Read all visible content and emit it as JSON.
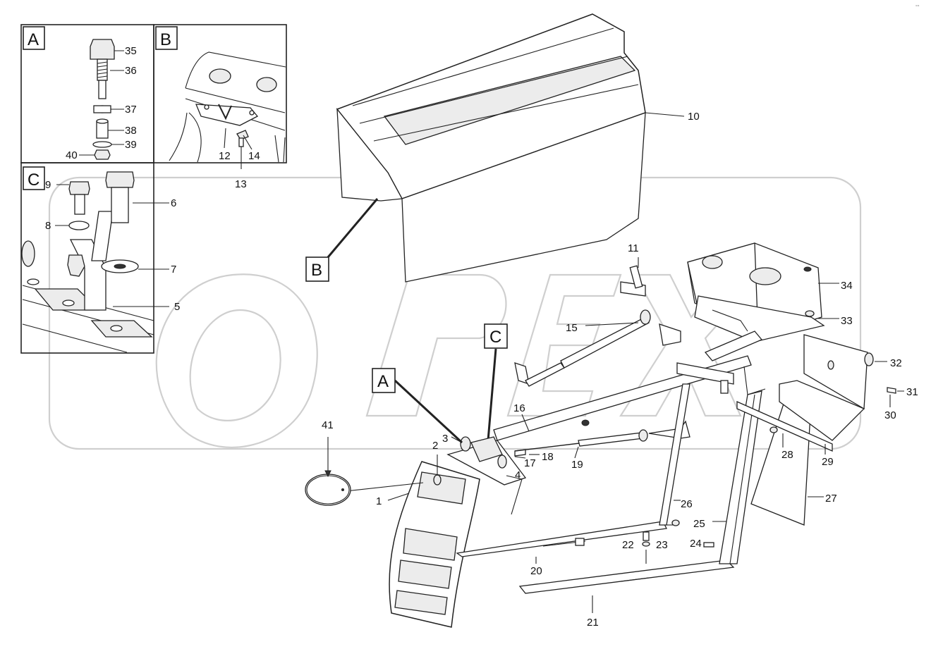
{
  "corner_mark": "°° ",
  "insets": [
    {
      "letter": "A",
      "parts": [
        "35",
        "36",
        "37",
        "38",
        "39",
        "40"
      ]
    },
    {
      "letter": "B",
      "parts": [
        "12",
        "13",
        "14"
      ]
    },
    {
      "letter": "C",
      "parts": [
        "9",
        "8",
        "6",
        "7",
        "5"
      ]
    }
  ],
  "callouts": {
    "a": "A",
    "b": "B",
    "c": "C"
  },
  "parts": {
    "p1": "1",
    "p2": "2",
    "p3": "3",
    "p4": "4",
    "p5": "5",
    "p6": "6",
    "p7": "7",
    "p8": "8",
    "p9": "9",
    "p10": "10",
    "p11": "11",
    "p12": "12",
    "p13": "13",
    "p14": "14",
    "p15": "15",
    "p16": "16",
    "p17": "17",
    "p18": "18",
    "p19": "19",
    "p20": "20",
    "p21": "21",
    "p22": "22",
    "p23": "23",
    "p24": "24",
    "p25": "25",
    "p26": "26",
    "p27": "27",
    "p28": "28",
    "p29": "29",
    "p30": "30",
    "p31": "31",
    "p32": "32",
    "p33": "33",
    "p34": "34",
    "p35": "35",
    "p36": "36",
    "p37": "37",
    "p38": "38",
    "p39": "39",
    "p40": "40",
    "p41": "41"
  },
  "colors": {
    "line": "#222222",
    "watermark": "#cfcfcf",
    "background": "#ffffff"
  }
}
